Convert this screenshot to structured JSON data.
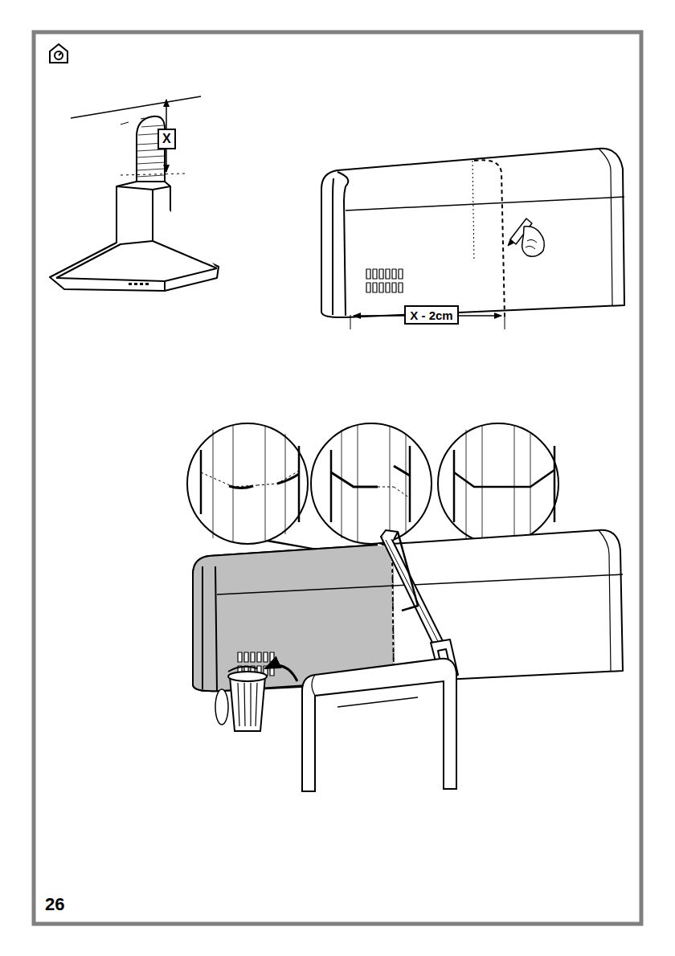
{
  "diagram": {
    "labels": [
      "X",
      "X - 2cm",
      "26"
    ]
  }
}
